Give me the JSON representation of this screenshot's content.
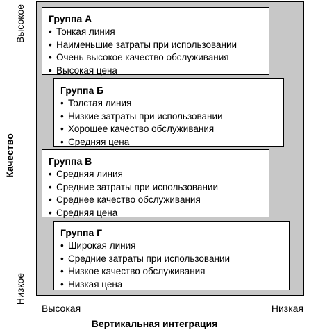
{
  "axes": {
    "y_title": "Качество",
    "y_high": "Высокое",
    "y_low": "Низкое",
    "x_title": "Вертикальная интеграция",
    "x_high": "Высокая",
    "x_low": "Низкая"
  },
  "groups": [
    {
      "title": "Группа А",
      "items": [
        "Тонкая линия",
        "Наименьшие затраты при использовании",
        "Очень высокое качество обслуживания",
        "Высокая цена"
      ]
    },
    {
      "title": "Группа Б",
      "items": [
        "Толстая линия",
        "Низкие затраты при использовании",
        "Хорошее качество обслуживания",
        "Средняя цена"
      ]
    },
    {
      "title": "Группа В",
      "items": [
        "Средняя линия",
        "Средние затраты при использовании",
        "Среднее качество обслуживания",
        "Средняя цена"
      ]
    },
    {
      "title": "Группа Г",
      "items": [
        "Широкая линия",
        "Средние затраты при использовании",
        "Низкое качество обслуживания",
        "Низкая цена"
      ]
    }
  ],
  "bullet": "•",
  "colors": {
    "frame_fill": "#c7c7c7",
    "box_fill": "#ffffff",
    "stroke": "#000000"
  }
}
